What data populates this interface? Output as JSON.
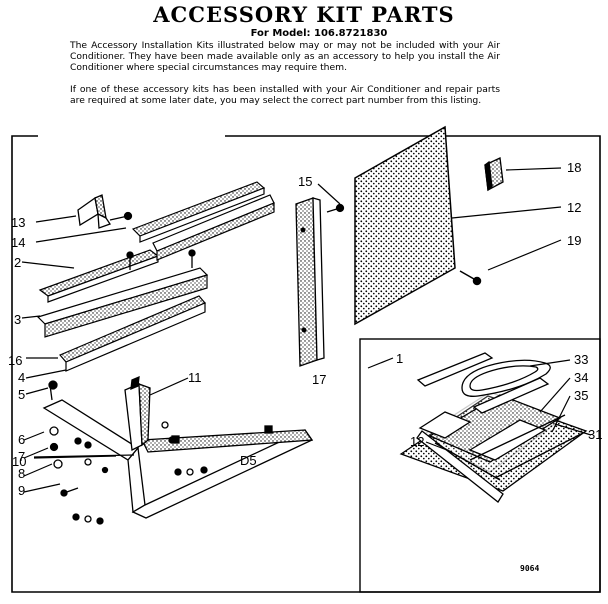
{
  "header": {
    "title": "ACCESSORY KIT PARTS",
    "model": "For Model: 106.8721830",
    "intro_1": "The Accessory Installation Kits illustrated below may or may not be included with your Air Conditioner. They have been made available only as an accessory to help you install the Air Conditioner where special circumstances may require them.",
    "intro_2": "If one of these accessory kits has been installed with your Air Conditioner and repair parts are required at some later date, you may select the correct part number from this listing."
  },
  "callouts": {
    "c1": "1",
    "c2": "2",
    "c3": "3",
    "c4": "4",
    "c5": "5",
    "c6": "6",
    "c7": "7",
    "c8": "8",
    "c9": "9",
    "c10": "10",
    "c11": "11",
    "c12a": "12",
    "c12b": "12",
    "c13": "13",
    "c14": "14",
    "c15": "15",
    "c16": "16",
    "c17": "17",
    "c18": "18",
    "c19": "19",
    "c31": "31",
    "c33": "33",
    "c34": "34",
    "c35": "35"
  },
  "codes": {
    "drawing": "D5",
    "figure": "9064"
  }
}
